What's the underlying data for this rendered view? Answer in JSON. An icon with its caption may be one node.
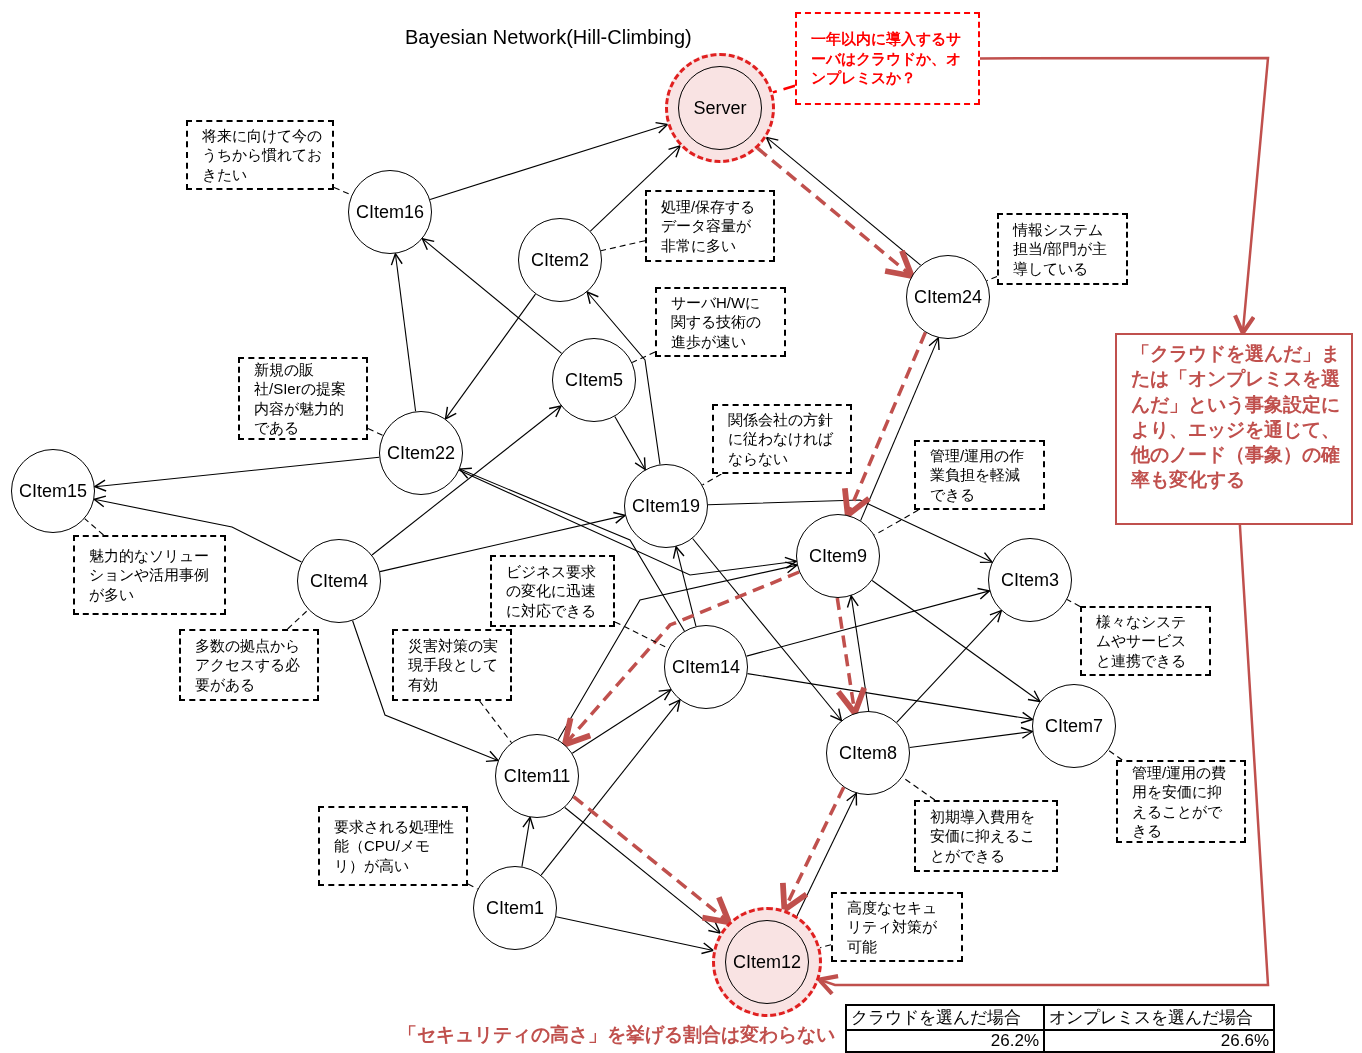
{
  "diagram": {
    "title": "Bayesian Network(Hill-Climbing)",
    "nodes": [
      {
        "text": [
          "一年以内に導入するサーバはクラウドか、オンプレミスか？"
        ]
      },
      {
        "text": [
          "Server"
        ]
      },
      {
        "text": [
          "将来に向けて今のうちから慣れておきたい"
        ]
      },
      {
        "text": [
          "CItem16"
        ]
      },
      {
        "text": [
          "処理/保存するデータ容量が非常に多い"
        ]
      },
      {
        "text": [
          "CItem2"
        ]
      },
      {
        "text": [
          "情報システム担当/部門が主導している"
        ]
      },
      {
        "text": [
          "CItem24"
        ]
      },
      {
        "text": [
          "サーバH/Wに関する技術の進歩が速い"
        ]
      },
      {
        "text": [
          "「クラウドを選んだ」または「オンプレミスを選んだ」という事象設定により、エッジを通じて、他のノード（事象）の確率も変化する"
        ]
      },
      {
        "text": [
          "新規の販社/SIerの提案内容が魅力的である"
        ]
      },
      {
        "text": [
          "CItem5"
        ]
      },
      {
        "text": [
          "関係会社の方針に従わなければならない"
        ]
      },
      {
        "text": [
          "CItem22"
        ]
      },
      {
        "text": [
          "管理/運用の作業負担を軽減できる"
        ]
      },
      {
        "text": [
          "CItem15"
        ]
      },
      {
        "text": [
          "CItem19"
        ]
      },
      {
        "text": [
          "CItem9"
        ]
      },
      {
        "text": [
          "魅力的なソリューションや活用事例が多い"
        ]
      },
      {
        "text": [
          "ビジネス要求の変化に迅速に対応できる"
        ]
      },
      {
        "text": [
          "CItem4"
        ]
      },
      {
        "text": [
          "CItem3"
        ]
      },
      {
        "text": [
          "様々なシステムやサービスと連携できる"
        ]
      },
      {
        "text": [
          "多数の拠点からアクセスする必要がある"
        ]
      },
      {
        "text": [
          "災害対策の実現手段として有効"
        ]
      },
      {
        "text": [
          "CItem14"
        ]
      },
      {
        "text": [
          "CItem7"
        ]
      },
      {
        "text": [
          "CItem11"
        ]
      },
      {
        "text": [
          "CItem8"
        ]
      },
      {
        "text": [
          "管理/運用の費用を安価に抑えることができる"
        ]
      },
      {
        "text": [
          "要求される処理性能（CPU/メモリ）が高い"
        ]
      },
      {
        "text": [
          "初期導入費用を安価に抑えることができる"
        ]
      },
      {
        "text": [
          "高度なセキュリティ対策が可能"
        ]
      },
      {
        "text": [
          "CItem1"
        ]
      },
      {
        "text": [
          "CItem12"
        ]
      }
    ],
    "edges": [
      {
        "from": 3,
        "to": 1,
        "arrow": "to"
      },
      {
        "from": 5,
        "to": 1,
        "arrow": "to"
      },
      {
        "from": 7,
        "to": 1,
        "arrow": "to"
      },
      {
        "from": 13,
        "to": 3,
        "arrow": "to"
      },
      {
        "from": 11,
        "to": 3,
        "arrow": "to"
      },
      {
        "from": 5,
        "to": 13,
        "arrow": "to"
      },
      {
        "from": 16,
        "to": 5,
        "arrow": "to"
      },
      {
        "from": 11,
        "to": 16,
        "arrow": "to"
      },
      {
        "from": 13,
        "to": 15,
        "arrow": "to"
      },
      {
        "from": 20,
        "to": 15,
        "arrow": "to"
      },
      {
        "from": 20,
        "to": 11,
        "arrow": "to"
      },
      {
        "from": 20,
        "to": 16,
        "arrow": "to"
      },
      {
        "from": 13,
        "to": 17,
        "arrow": "to"
      },
      {
        "from": 25,
        "to": 13,
        "arrow": "to"
      },
      {
        "from": 25,
        "to": 16,
        "arrow": "to"
      },
      {
        "from": 16,
        "to": 21,
        "arrow": "to"
      },
      {
        "from": 16,
        "to": 28,
        "arrow": "to"
      },
      {
        "from": 17,
        "to": 7,
        "arrow": "to"
      },
      {
        "from": 17,
        "to": 26,
        "arrow": "to"
      },
      {
        "from": 28,
        "to": 17,
        "arrow": "to"
      },
      {
        "from": 25,
        "to": 21,
        "arrow": "to"
      },
      {
        "from": 25,
        "to": 26,
        "arrow": "to"
      },
      {
        "from": 28,
        "to": 21,
        "arrow": "to"
      },
      {
        "from": 28,
        "to": 26,
        "arrow": "to"
      },
      {
        "from": 20,
        "to": 27,
        "arrow": "to"
      },
      {
        "from": 27,
        "to": 25,
        "arrow": "to"
      },
      {
        "from": 27,
        "to": 17,
        "arrow": "to"
      },
      {
        "from": 33,
        "to": 25,
        "arrow": "to"
      },
      {
        "from": 33,
        "to": 27,
        "arrow": "to"
      },
      {
        "from": 27,
        "to": 34,
        "arrow": "to"
      },
      {
        "from": 33,
        "to": 34,
        "arrow": "to"
      },
      {
        "from": 34,
        "to": 28,
        "arrow": "to"
      },
      {
        "from": 1,
        "to": 7,
        "arrow": "to",
        "style": "dashed",
        "color": "#c0504d"
      },
      {
        "from": 7,
        "to": 17,
        "arrow": "to",
        "style": "dashed",
        "color": "#c0504d"
      },
      {
        "from": 17,
        "to": 27,
        "arrow": "to",
        "style": "dashed",
        "color": "#c0504d"
      },
      {
        "from": 17,
        "to": 28,
        "arrow": "to",
        "style": "dashed",
        "color": "#c0504d"
      },
      {
        "from": 27,
        "to": 34,
        "arrow": "to",
        "style": "dashed",
        "color": "#c0504d"
      },
      {
        "from": 28,
        "to": 34,
        "arrow": "to",
        "style": "dashed",
        "color": "#c0504d"
      },
      {
        "from": 0,
        "to": 9,
        "arrow": "to",
        "color": "#c0504d"
      },
      {
        "from": 9,
        "to": 34,
        "arrow": "to",
        "color": "#c0504d"
      },
      {
        "from": 0,
        "to": 1,
        "arrow": "none",
        "style": "dashed",
        "color": "#ff0000"
      },
      {
        "from": 2,
        "to": 3,
        "arrow": "none",
        "style": "dashed"
      },
      {
        "from": 4,
        "to": 5,
        "arrow": "none",
        "style": "dashed"
      },
      {
        "from": 6,
        "to": 7,
        "arrow": "none",
        "style": "dashed"
      },
      {
        "from": 8,
        "to": 11,
        "arrow": "none",
        "style": "dashed"
      },
      {
        "from": 10,
        "to": 13,
        "arrow": "none",
        "style": "dashed"
      },
      {
        "from": 12,
        "to": 16,
        "arrow": "none",
        "style": "dashed"
      },
      {
        "from": 14,
        "to": 17,
        "arrow": "none",
        "style": "dashed"
      },
      {
        "from": 18,
        "to": 15,
        "arrow": "none",
        "style": "dashed"
      },
      {
        "from": 19,
        "to": 25,
        "arrow": "none",
        "style": "dashed"
      },
      {
        "from": 22,
        "to": 21,
        "arrow": "none",
        "style": "dashed"
      },
      {
        "from": 23,
        "to": 20,
        "arrow": "none",
        "style": "dashed"
      },
      {
        "from": 24,
        "to": 27,
        "arrow": "none",
        "style": "dashed"
      },
      {
        "from": 29,
        "to": 26,
        "arrow": "none",
        "style": "dashed"
      },
      {
        "from": 30,
        "to": 33,
        "arrow": "none",
        "style": "dashed"
      },
      {
        "from": 31,
        "to": 28,
        "arrow": "none",
        "style": "dashed"
      },
      {
        "from": 32,
        "to": 34,
        "arrow": "none",
        "style": "dashed"
      }
    ],
    "labels": [
      "「セキュリティの高さ」を挙げる割合は変わらない",
      "クラウドを選んだ場合",
      "オンプレミスを選んだ場合",
      "26.2%",
      "26.6%"
    ]
  }
}
